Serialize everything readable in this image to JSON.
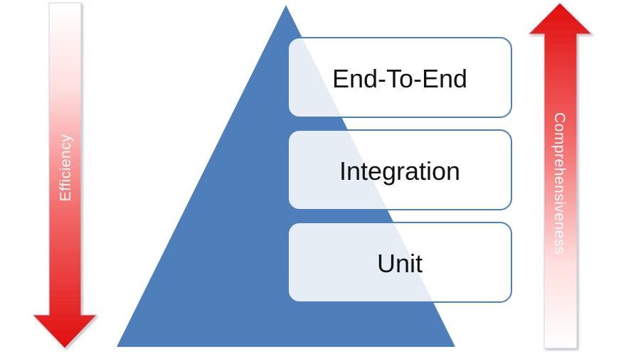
{
  "pyramid": {
    "color": "#4f7fba",
    "layers": [
      {
        "label": "End-To-End"
      },
      {
        "label": "Integration"
      },
      {
        "label": "Unit"
      }
    ]
  },
  "arrows": {
    "left": {
      "label": "Efficiency",
      "direction": "down",
      "color": "#e31b1b"
    },
    "right": {
      "label": "Comprehensiveness",
      "direction": "up",
      "color": "#e31b1b"
    }
  },
  "box_border_color": "#4f7fba"
}
